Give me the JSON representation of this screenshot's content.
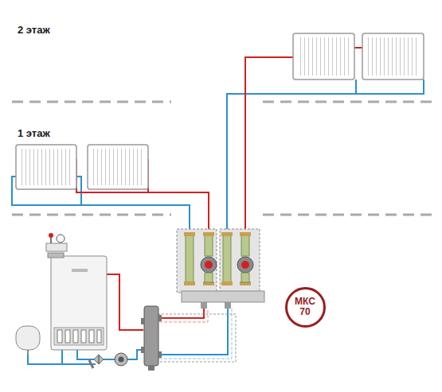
{
  "diagram": {
    "nodes": [
      {
        "text": [
          "МКС 70"
        ]
      }
    ],
    "edges": [],
    "labels": [
      "2 этаж",
      "1 этаж"
    ]
  }
}
